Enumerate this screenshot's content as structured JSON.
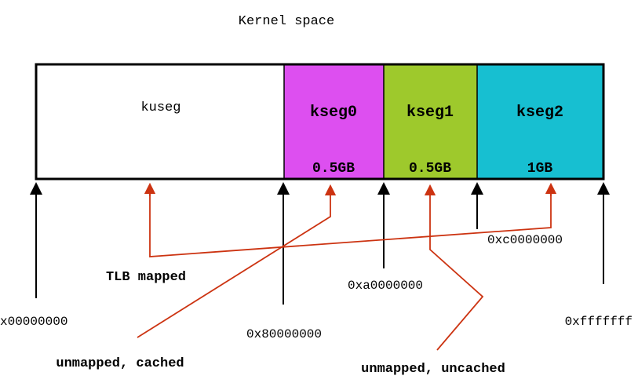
{
  "title": "Kernel space",
  "segments": [
    {
      "name": "kuseg",
      "size": "",
      "color": "#ffffff"
    },
    {
      "name": "kseg0",
      "size": "0.5GB",
      "color": "#dd4ff0"
    },
    {
      "name": "kseg1",
      "size": "0.5GB",
      "color": "#9ec92c"
    },
    {
      "name": "kseg2",
      "size": "1GB",
      "color": "#17bfd1"
    }
  ],
  "addresses": [
    "x00000000",
    "0x80000000",
    "0xa0000000",
    "0xc0000000",
    "0xfffffff"
  ],
  "annotations": {
    "tlb_mapped": "TLB mapped",
    "unmapped_cached": "unmapped, cached",
    "unmapped_uncached": "unmapped, uncached"
  },
  "colors": {
    "pointer": "#cc3311",
    "border": "#000000"
  }
}
